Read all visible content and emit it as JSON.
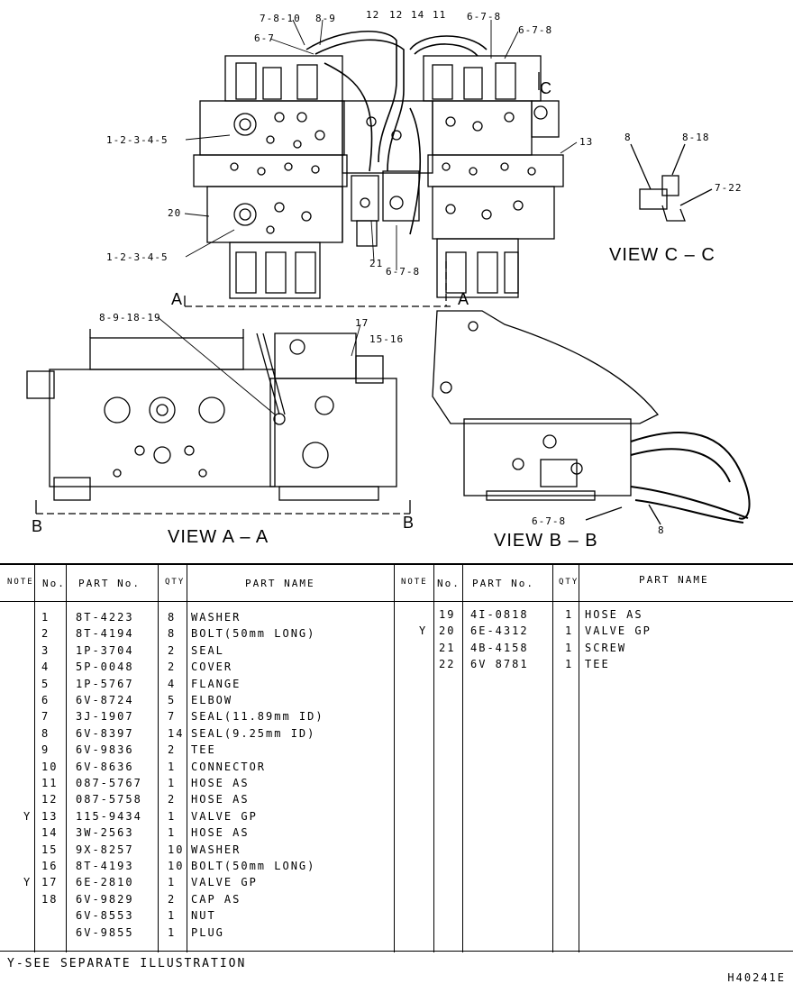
{
  "views": {
    "aa": "VIEW A – A",
    "bb": "VIEW B – B",
    "cc": "VIEW C – C"
  },
  "section_marks": {
    "a_left": "A",
    "a_right": "A",
    "b_left": "B",
    "b_right": "B",
    "c": "C"
  },
  "callouts": {
    "c1": "7-8-10",
    "c2": "8-9",
    "c3": "12",
    "c4": "12",
    "c5": "14",
    "c6": "11",
    "c7": "6-7-8",
    "c8": "6-7",
    "c9": "6-7-8",
    "c10": "1-2-3-4-5",
    "c11": "13",
    "c12": "20",
    "c13": "1-2-3-4-5",
    "c14": "21",
    "c15": "6-7-8",
    "c16": "8-9-18-19",
    "c17": "17",
    "c18": "15-16",
    "c19": "8",
    "c20": "8-18",
    "c21": "7-22",
    "c22": "6-7-8",
    "c23": "8"
  },
  "table": {
    "headers": {
      "note": "NOTE",
      "no": "No.",
      "part_no": "PART No.",
      "qty": "QTY",
      "part_name": "PART NAME"
    },
    "left_rows": [
      {
        "note": "",
        "no": "1",
        "part_no": "8T-4223",
        "qty": "8",
        "name": "WASHER"
      },
      {
        "note": "",
        "no": "2",
        "part_no": "8T-4194",
        "qty": "8",
        "name": "BOLT(50mm LONG)"
      },
      {
        "note": "",
        "no": "3",
        "part_no": "1P-3704",
        "qty": "2",
        "name": "SEAL"
      },
      {
        "note": "",
        "no": "4",
        "part_no": "5P-0048",
        "qty": "2",
        "name": "COVER"
      },
      {
        "note": "",
        "no": "5",
        "part_no": "1P-5767",
        "qty": "4",
        "name": "FLANGE"
      },
      {
        "note": "",
        "no": "6",
        "part_no": "6V-8724",
        "qty": "5",
        "name": "ELBOW"
      },
      {
        "note": "",
        "no": "7",
        "part_no": "3J-1907",
        "qty": "7",
        "name": "SEAL(11.89mm ID)"
      },
      {
        "note": "",
        "no": "8",
        "part_no": "6V-8397",
        "qty": "14",
        "name": "SEAL(9.25mm ID)"
      },
      {
        "note": "",
        "no": "9",
        "part_no": "6V-9836",
        "qty": "2",
        "name": "TEE"
      },
      {
        "note": "",
        "no": "10",
        "part_no": "6V-8636",
        "qty": "1",
        "name": "CONNECTOR"
      },
      {
        "note": "",
        "no": "11",
        "part_no": "087-5767",
        "qty": "1",
        "name": "HOSE AS"
      },
      {
        "note": "",
        "no": "12",
        "part_no": "087-5758",
        "qty": "2",
        "name": "HOSE AS"
      },
      {
        "note": "Y",
        "no": "13",
        "part_no": "115-9434",
        "qty": "1",
        "name": "VALVE GP"
      },
      {
        "note": "",
        "no": "14",
        "part_no": "3W-2563",
        "qty": "1",
        "name": "HOSE AS"
      },
      {
        "note": "",
        "no": "15",
        "part_no": "9X-8257",
        "qty": "10",
        "name": "WASHER"
      },
      {
        "note": "",
        "no": "16",
        "part_no": "8T-4193",
        "qty": "10",
        "name": "BOLT(50mm LONG)"
      },
      {
        "note": "Y",
        "no": "17",
        "part_no": "6E-2810",
        "qty": "1",
        "name": "VALVE GP"
      },
      {
        "note": "",
        "no": "18",
        "part_no": "6V-9829",
        "qty": "2",
        "name": "CAP AS"
      },
      {
        "note": "",
        "no": "",
        "part_no": "6V-8553",
        "qty": "1",
        "name": " NUT"
      },
      {
        "note": "",
        "no": "",
        "part_no": "6V-9855",
        "qty": "1",
        "name": " PLUG"
      }
    ],
    "right_rows": [
      {
        "note": "",
        "no": "19",
        "part_no": "4I-0818",
        "qty": "1",
        "name": "HOSE AS"
      },
      {
        "note": "Y",
        "no": "20",
        "part_no": "6E-4312",
        "qty": "1",
        "name": "VALVE GP"
      },
      {
        "note": "",
        "no": "21",
        "part_no": "4B-4158",
        "qty": "1",
        "name": "SCREW"
      },
      {
        "note": "",
        "no": "22",
        "part_no": "6V 8781",
        "qty": "1",
        "name": "TEE"
      }
    ]
  },
  "footer": {
    "note": "Y-SEE SEPARATE ILLUSTRATION",
    "code": "H40241E"
  }
}
